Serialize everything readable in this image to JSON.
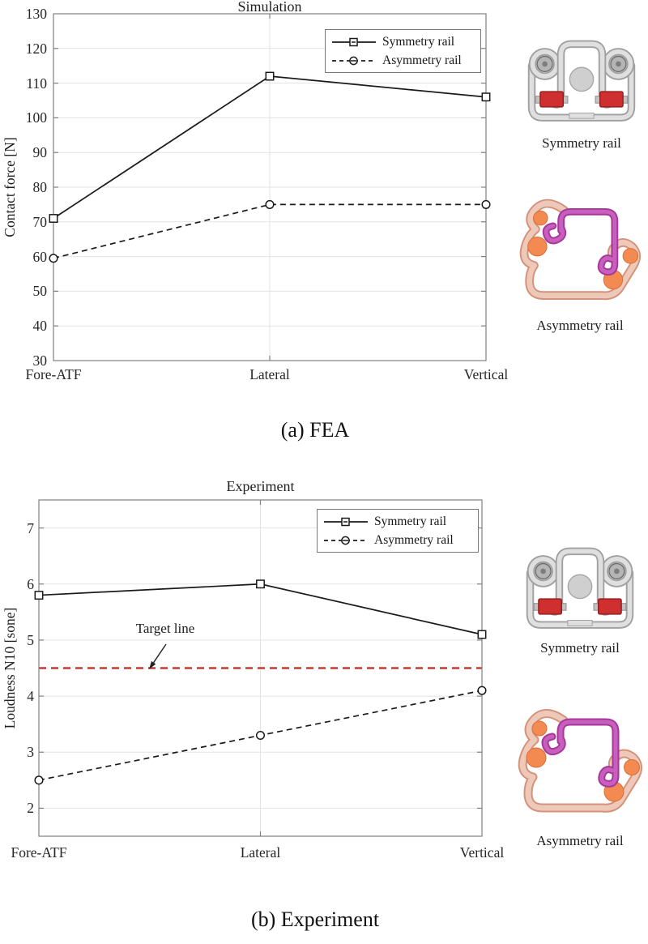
{
  "captions": {
    "a": "(a) FEA",
    "b": "(b) Experiment"
  },
  "rails": {
    "symmetry_label": "Symmetry rail",
    "asymmetry_label": "Asymmetry rail"
  },
  "colors": {
    "series_line": "#1a1a1a",
    "grid_line": "#e3e3e3",
    "axis_box": "#808080",
    "target_line_red": "#c23b33",
    "rail_gray": "#dfdfdf",
    "rail_red_block": "#cf2f2f",
    "rail_salmon": "#eec8b8",
    "rail_magenta": "#c85fbc",
    "rail_orange": "#f28a52"
  },
  "chart_data": [
    {
      "type": "line",
      "title": "Simulation",
      "xlabel": "",
      "ylabel": "Contact force [N]",
      "categories": [
        "Fore-ATF",
        "Lateral",
        "Vertical"
      ],
      "series": [
        {
          "name": "Symmetry rail",
          "line_style": "solid",
          "marker": "square",
          "values": [
            71,
            112,
            106
          ]
        },
        {
          "name": "Asymmetry rail",
          "line_style": "dashed",
          "marker": "circle",
          "values": [
            59.5,
            75,
            75
          ]
        }
      ],
      "ylim": [
        30,
        130
      ],
      "yticks": [
        30,
        40,
        50,
        60,
        70,
        80,
        90,
        100,
        110,
        120,
        130
      ],
      "grid": true,
      "legend_position": "top-right"
    },
    {
      "type": "line",
      "title": "Experiment",
      "xlabel": "",
      "ylabel": "Loudness N10 [sone]",
      "categories": [
        "Fore-ATF",
        "Lateral",
        "Vertical"
      ],
      "series": [
        {
          "name": "Symmetry rail",
          "line_style": "solid",
          "marker": "square",
          "values": [
            5.8,
            6.0,
            5.1
          ]
        },
        {
          "name": "Asymmetry rail",
          "line_style": "dashed",
          "marker": "circle",
          "values": [
            2.5,
            3.3,
            4.1
          ]
        }
      ],
      "target_line": {
        "label": "Target line",
        "value": 4.5
      },
      "ylim": [
        1.5,
        7.5
      ],
      "yticks": [
        2,
        3,
        4,
        5,
        6,
        7
      ],
      "grid": true,
      "legend_position": "top-right"
    }
  ]
}
